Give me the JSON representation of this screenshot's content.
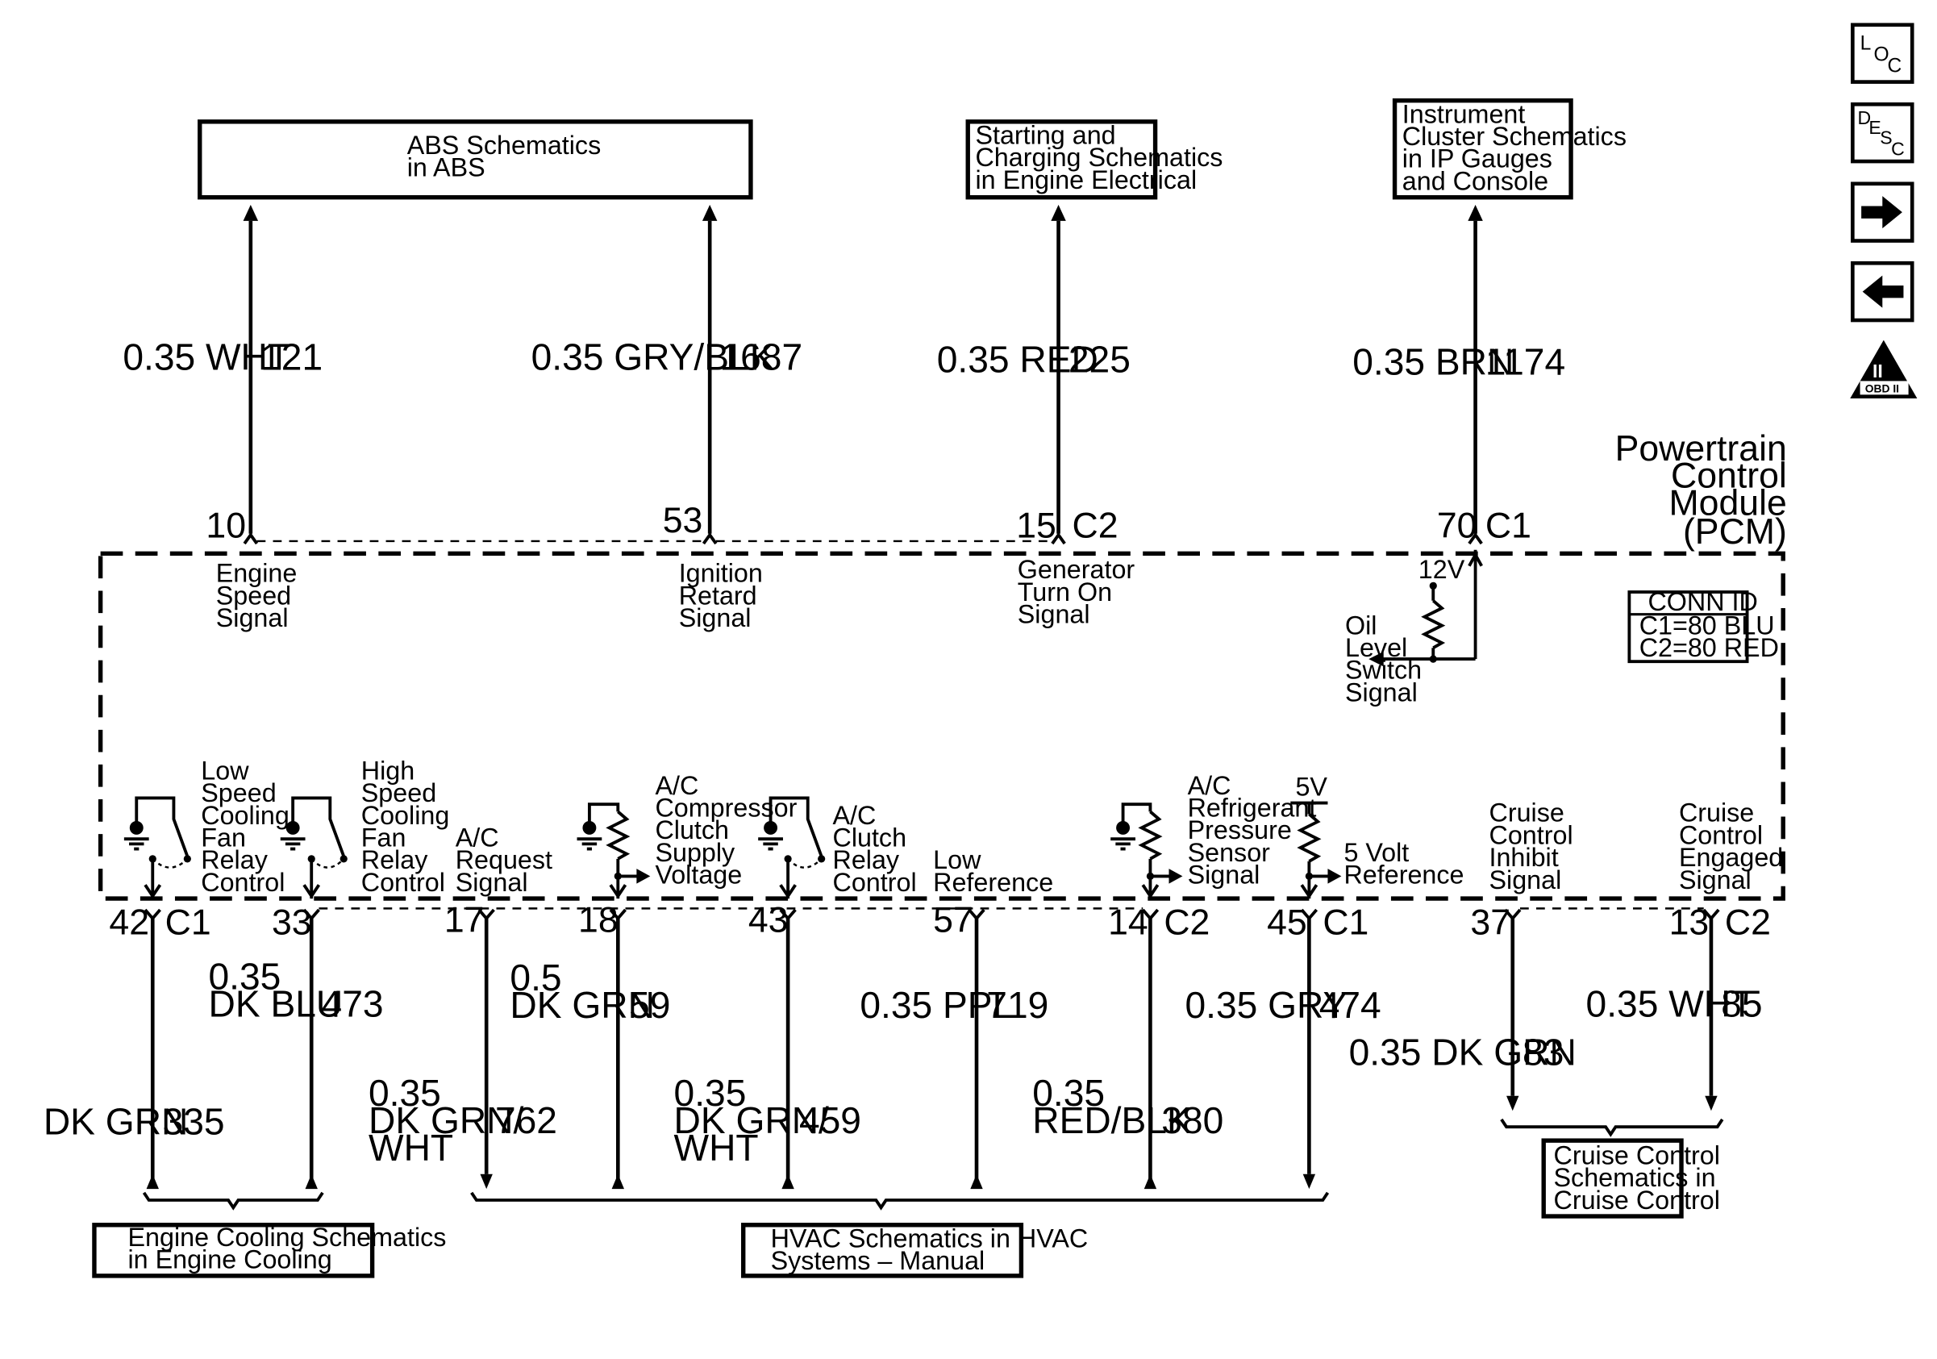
{
  "nav": {
    "loc": {
      "l": "L",
      "o": "O",
      "c": "C"
    },
    "desc": {
      "d": "D",
      "e": "E",
      "s": "S",
      "c": "C"
    },
    "obd": {
      "numeral": "II",
      "caption": "OBD II"
    }
  },
  "top_boxes": {
    "abs": [
      "ABS Schematics",
      "in ABS"
    ],
    "starting": [
      "Starting and",
      "Charging Schematics",
      "in Engine Electrical"
    ],
    "instrument": [
      "Instrument",
      "Cluster Schematics",
      "in IP Gauges",
      "and Console"
    ]
  },
  "top_wires": {
    "w121": {
      "gauge": "0.35 WHT",
      "circuit": "121"
    },
    "w1687": {
      "gauge": "0.35 GRY/BLK",
      "circuit": "1687"
    },
    "w225": {
      "gauge": "0.35 RED",
      "circuit": "225"
    },
    "w1174": {
      "gauge": "0.35 BRN",
      "circuit": "1174"
    }
  },
  "top_pins": {
    "p10": {
      "pin": "10"
    },
    "p53": {
      "pin": "53"
    },
    "p15": {
      "pin": "15",
      "conn": "C2"
    },
    "p70": {
      "pin": "70",
      "conn": "C1"
    }
  },
  "pcm": {
    "title": [
      "Powertrain",
      "Control",
      "Module",
      "(PCM)"
    ]
  },
  "conn_id": {
    "title": "CONN ID",
    "c1": "C1=80 BLU",
    "c2": "C2=80 RED"
  },
  "functions": {
    "engine_speed": [
      "Engine",
      "Speed",
      "Signal"
    ],
    "ignition_retard": [
      "Ignition",
      "Retard",
      "Signal"
    ],
    "generator": [
      "Generator",
      "Turn On",
      "Signal"
    ],
    "oil_level": [
      "Oil",
      "Level",
      "Switch",
      "Signal"
    ],
    "v12": "12V",
    "low_speed": [
      "Low",
      "Speed",
      "Cooling",
      "Fan",
      "Relay",
      "Control"
    ],
    "high_speed": [
      "High",
      "Speed",
      "Cooling",
      "Fan",
      "Relay",
      "Control"
    ],
    "ac_request": [
      "A/C",
      "Request",
      "Signal"
    ],
    "ac_compressor": [
      "A/C",
      "Compressor",
      "Clutch",
      "Supply",
      "Voltage"
    ],
    "ac_clutch": [
      "A/C",
      "Clutch",
      "Relay",
      "Control"
    ],
    "low_reference": [
      "Low",
      "Reference"
    ],
    "ac_refrigerant": [
      "A/C",
      "Refrigerant",
      "Pressure",
      "Sensor",
      "Signal"
    ],
    "v5": "5V",
    "five_volt": [
      "5 Volt",
      "Reference"
    ],
    "cruise_inhibit": [
      "Cruise",
      "Control",
      "Inhibit",
      "Signal"
    ],
    "cruise_engaged": [
      "Cruise",
      "Control",
      "Engaged",
      "Signal"
    ]
  },
  "bottom_pins": {
    "p42": {
      "pin": "42",
      "conn": "C1"
    },
    "p33": {
      "pin": "33"
    },
    "p17": {
      "pin": "17"
    },
    "p18": {
      "pin": "18"
    },
    "p43": {
      "pin": "43"
    },
    "p57": {
      "pin": "57"
    },
    "p14": {
      "pin": "14",
      "conn": "C2"
    },
    "p45": {
      "pin": "45",
      "conn": "C1"
    },
    "p37": {
      "pin": "37"
    },
    "p13": {
      "pin": "13",
      "conn": "C2"
    }
  },
  "bottom_wires": {
    "w335": {
      "gauge": "DK GRN",
      "circuit": "335"
    },
    "w473": {
      "gauge": [
        "0.35",
        "DK BLU"
      ],
      "circuit": "473"
    },
    "w762": {
      "gauge": [
        "0.35",
        "DK GRN/",
        "WHT"
      ],
      "circuit": "762"
    },
    "w59": {
      "gauge": [
        "0.5",
        "DK GRN"
      ],
      "circuit": "59"
    },
    "w459": {
      "gauge": [
        "0.35",
        "DK GRN/",
        "WHT"
      ],
      "circuit": "459"
    },
    "w719": {
      "gauge": "0.35 PPL",
      "circuit": "719"
    },
    "w380": {
      "gauge": [
        "0.35",
        "RED/BLK"
      ],
      "circuit": "380"
    },
    "w474": {
      "gauge": "0.35 GRY",
      "circuit": "474"
    },
    "w83": {
      "gauge": "0.35 DK GRN",
      "circuit": "83"
    },
    "w85": {
      "gauge": "0.35 WHT",
      "circuit": "85"
    }
  },
  "bottom_boxes": {
    "engine_cooling": [
      "Engine Cooling Schematics",
      "in Engine Cooling"
    ],
    "hvac": [
      "HVAC Schematics in HVAC",
      "Systems – Manual"
    ],
    "cruise": [
      "Cruise Control",
      "Schematics in",
      "Cruise Control"
    ]
  }
}
